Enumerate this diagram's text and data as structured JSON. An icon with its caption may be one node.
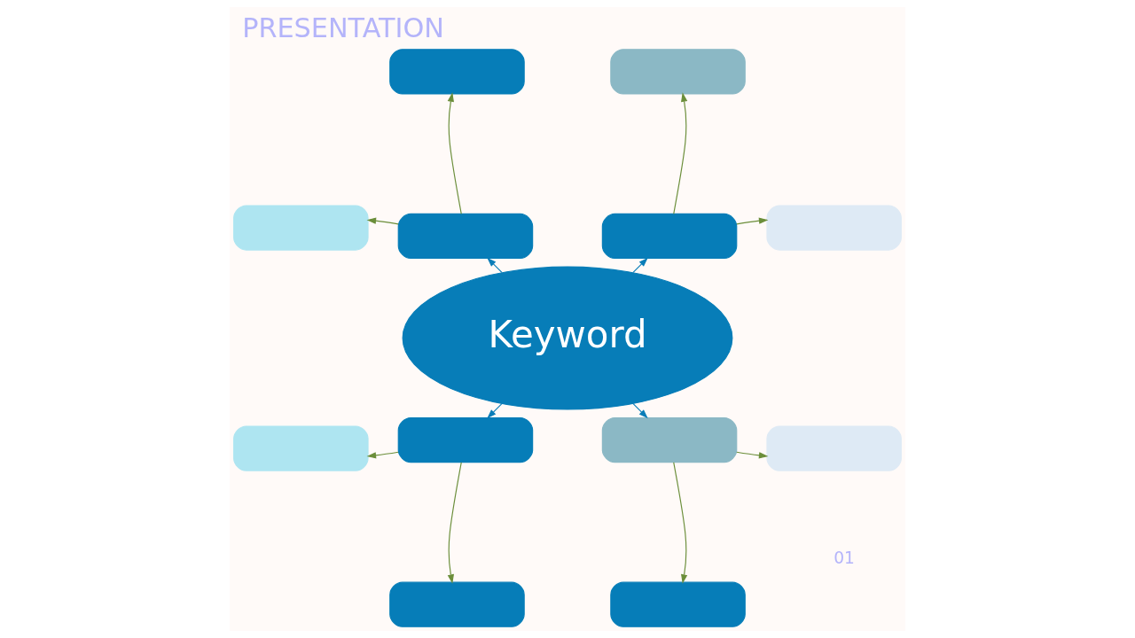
{
  "diagram": {
    "title": "PRESENTATION",
    "nodes": [
      {
        "text": [
          "Keyword"
        ]
      },
      {
        "text": [],
        "shape": "box"
      },
      {
        "text": [],
        "shape": "box"
      },
      {
        "text": [],
        "shape": "box"
      },
      {
        "text": [],
        "shape": "box"
      },
      {
        "text": [],
        "shape": "box"
      },
      {
        "text": [],
        "shape": "box"
      },
      {
        "text": [],
        "shape": "box"
      },
      {
        "text": [],
        "shape": "box"
      },
      {
        "text": [],
        "shape": "box"
      },
      {
        "text": [],
        "shape": "box"
      },
      {
        "text": [],
        "shape": "box"
      },
      {
        "text": [],
        "shape": "box"
      }
    ],
    "edges": [
      {
        "from": 0,
        "to": 1,
        "arrow": "to",
        "color": "#0a7db8"
      },
      {
        "from": 0,
        "to": 2,
        "arrow": "to",
        "color": "#0a7db8"
      },
      {
        "from": 0,
        "to": 3,
        "arrow": "to",
        "color": "#0a7db8"
      },
      {
        "from": 0,
        "to": 4,
        "arrow": "to",
        "color": "#0a7db8"
      },
      {
        "from": 1,
        "to": 5,
        "arrow": "to"
      },
      {
        "from": 1,
        "to": 6,
        "arrow": "to"
      },
      {
        "from": 2,
        "to": 7,
        "arrow": "to"
      },
      {
        "from": 2,
        "to": 8,
        "arrow": "to"
      },
      {
        "from": 3,
        "to": 9,
        "arrow": "to"
      },
      {
        "from": 3,
        "to": 10,
        "arrow": "to"
      },
      {
        "from": 4,
        "to": 11,
        "arrow": "to"
      },
      {
        "from": 4,
        "to": 12,
        "arrow": "to"
      }
    ],
    "labels": [
      "01"
    ]
  }
}
